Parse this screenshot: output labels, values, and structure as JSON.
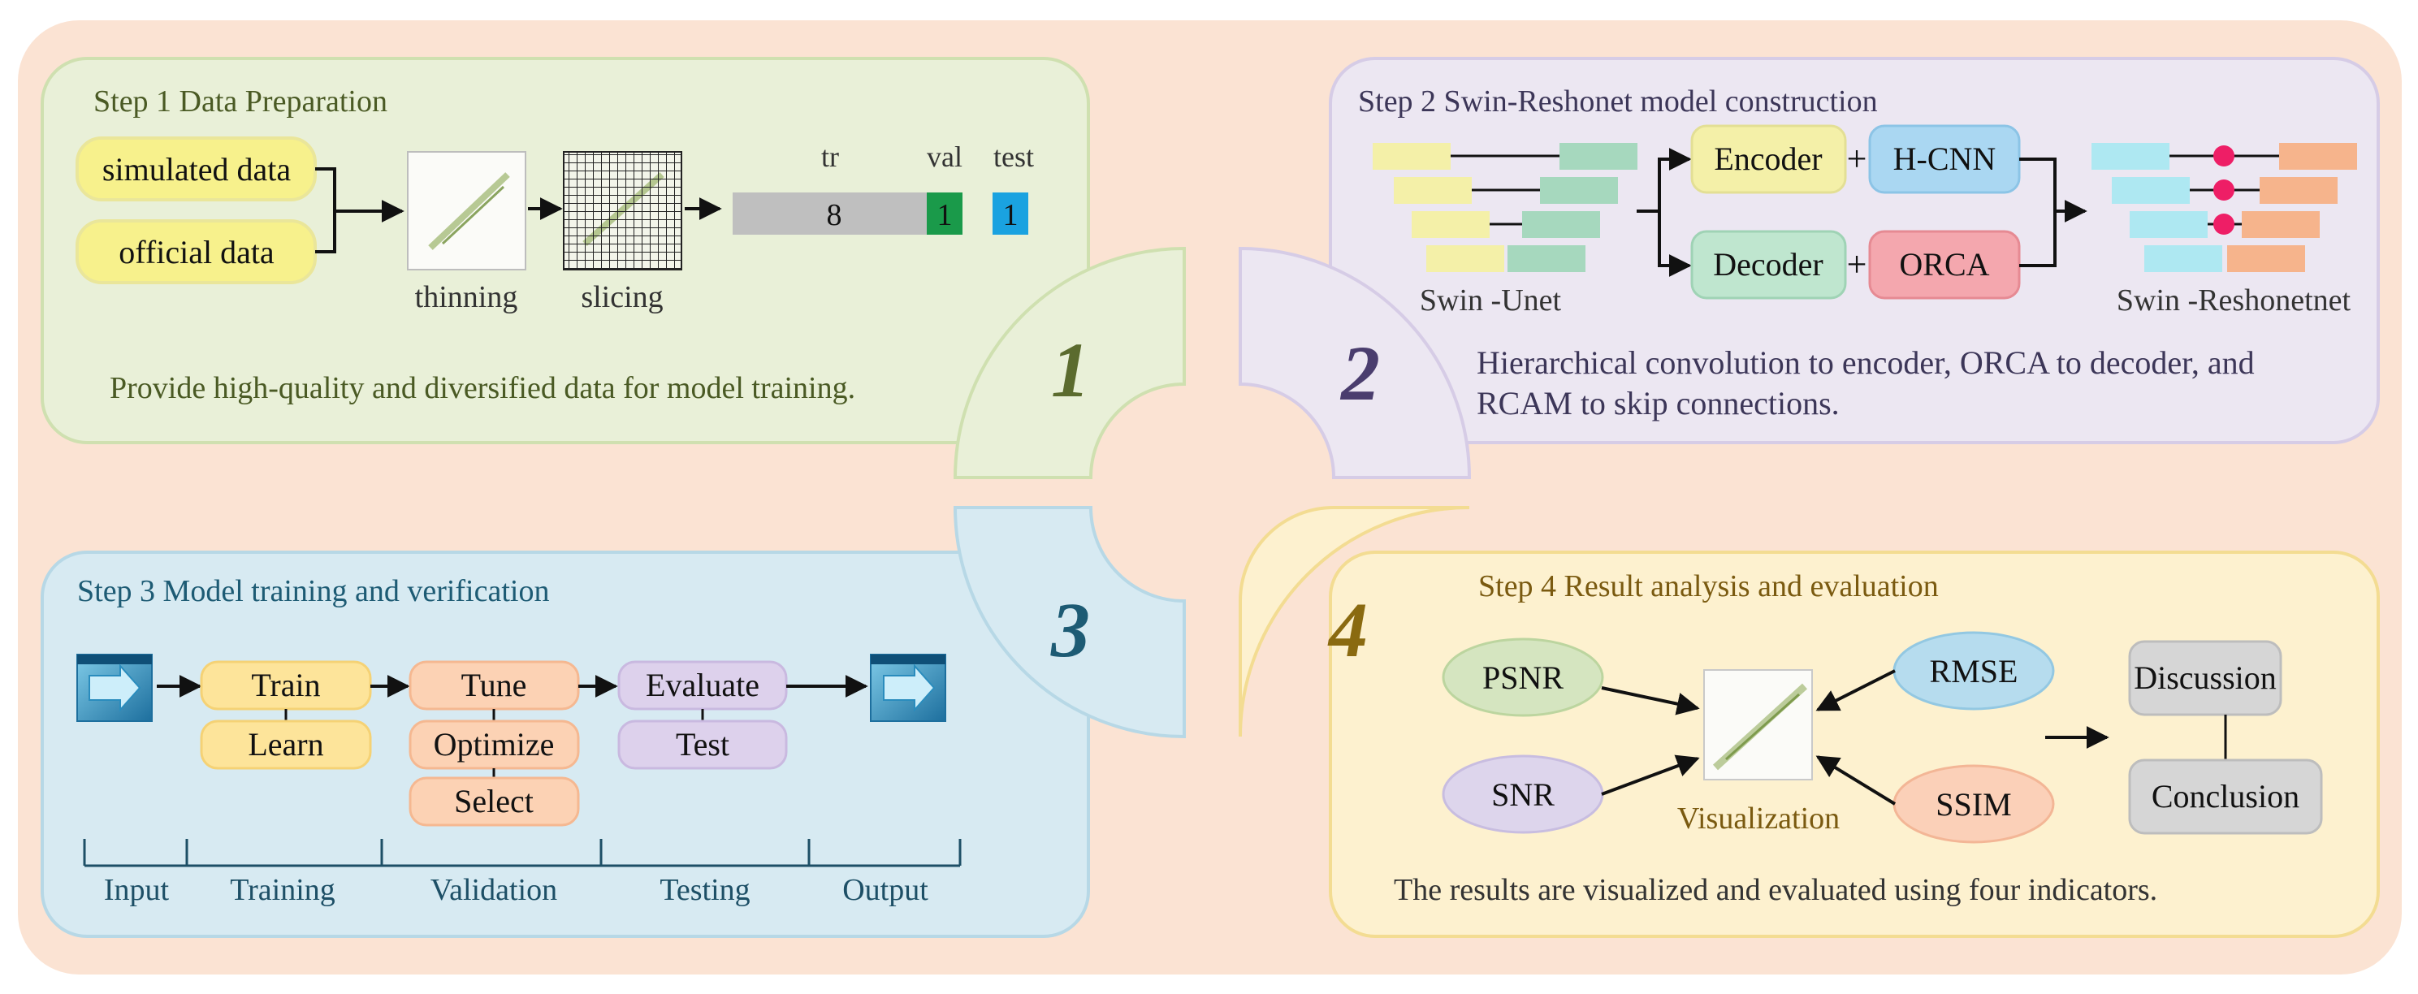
{
  "colors": {
    "outer_bg": "#fbe3d3",
    "step1_bg": "#e9f0d8",
    "step1_border": "#cfe0b0",
    "step2_bg": "#ece7f2",
    "step2_border": "#d6cce6",
    "step3_bg": "#d7eaf2",
    "step3_border": "#b7d8e6",
    "step4_bg": "#fdf1cf",
    "step4_border": "#f3dc92",
    "yellow_pill": "#f7f18c",
    "green_cell": "#1a9a4a",
    "blue_cell": "#1aa2e0",
    "gray_bar": "#bfbfbf",
    "encoder": "#f4f0a8",
    "hcnn": "#aad7f2",
    "decoder": "#bfe6cf",
    "orca": "#f4a7ae",
    "dot": "#ee1e66",
    "train": "#fde49a",
    "tune": "#fcd2b4",
    "evaluate": "#ddd1ec",
    "psnr": "#d5e5c0",
    "rmse": "#b6dcee",
    "snr": "#ddd5ec",
    "ssim": "#fbd0b8",
    "gray_box": "#d6d6d6"
  },
  "step1": {
    "title": "Step 1 Data Preparation",
    "input_a": "simulated data",
    "input_b": "official data",
    "thinning": "thinning",
    "slicing": "slicing",
    "split_labels": [
      "tr",
      "val",
      "test"
    ],
    "split_values": [
      "8",
      "1",
      "1"
    ],
    "caption": "Provide high-quality and diversified data for model training.",
    "number": "1"
  },
  "step2": {
    "title": "Step 2 Swin-Reshonet model construction",
    "encoder": "Encoder",
    "hcnn": "H-CNN",
    "decoder": "Decoder",
    "orca": "ORCA",
    "swin_unet": "Swin -Unet",
    "swin_reshonet": "Swin -Reshonetnet",
    "caption_line1": "Hierarchical convolution to encoder, ORCA to decoder, and",
    "caption_line2": "RCAM to skip connections.",
    "number": "2"
  },
  "step3": {
    "title": "Step 3 Model training and verification",
    "train": "Train",
    "learn": "Learn",
    "tune": "Tune",
    "optimize": "Optimize",
    "select": "Select",
    "evaluate": "Evaluate",
    "test": "Test",
    "phases": [
      "Input",
      "Training",
      "Validation",
      "Testing",
      "Output"
    ],
    "number": "3"
  },
  "step4": {
    "title": "Step 4 Result analysis and evaluation",
    "psnr": "PSNR",
    "snr": "SNR",
    "rmse": "RMSE",
    "ssim": "SSIM",
    "visualization": "Visualization",
    "discussion": "Discussion",
    "conclusion": "Conclusion",
    "caption": "The results are visualized and evaluated using four indicators.",
    "number": "4"
  }
}
